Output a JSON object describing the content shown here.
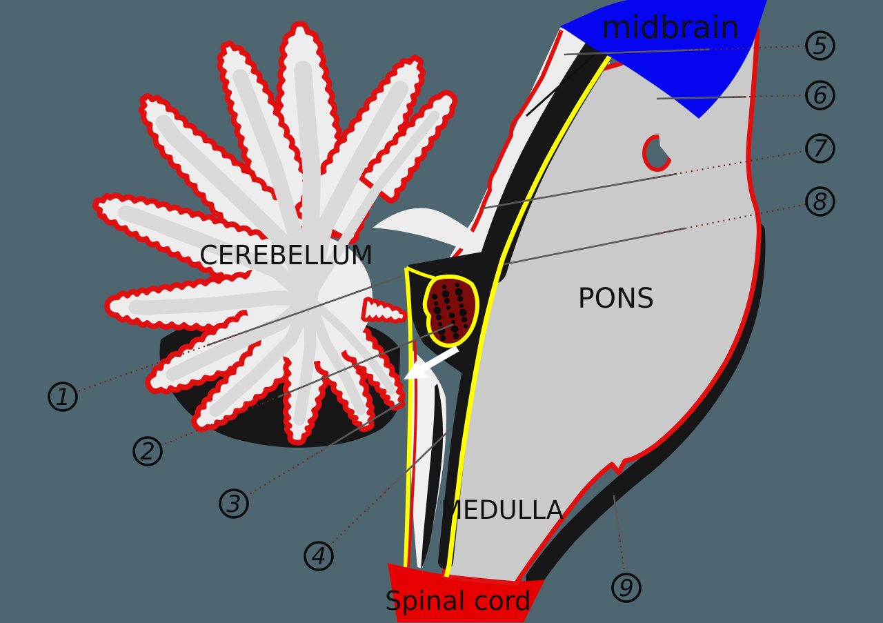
{
  "background_color": "#4d6670",
  "labels": {
    "midbrain": "midbrain",
    "cerebellum": "CEREBELLUM",
    "pons": "PONS",
    "medulla": "MEDULLA",
    "spinal_cord": "Spinal cord"
  },
  "markers": [
    {
      "number": "1"
    },
    {
      "number": "2"
    },
    {
      "number": "3"
    },
    {
      "number": "4"
    },
    {
      "number": "5"
    },
    {
      "number": "6"
    },
    {
      "number": "7"
    },
    {
      "number": "8"
    },
    {
      "number": "9"
    }
  ],
  "icons": {
    "flow_arrow": "white arrow pointing down-left (CSF flow)"
  },
  "colors": {
    "background": "#4d6670",
    "outline_red": "#e01010",
    "cerebellum_fill": "#ededed",
    "cerebellum_inner": "#d9d9d9",
    "brainstem_fill": "#cacaca",
    "ventricle_black": "#171717",
    "membrane_yellow": "#ffff00",
    "midbrain_blue": "#0505f0",
    "spinal_cord_red": "#e60000",
    "choroid_maroon": "#7c0b0b",
    "shadow_gray": "#6e6e6e",
    "leader_gray": "#5a5a5a",
    "leader_dot_red": "#7a1f1f"
  }
}
